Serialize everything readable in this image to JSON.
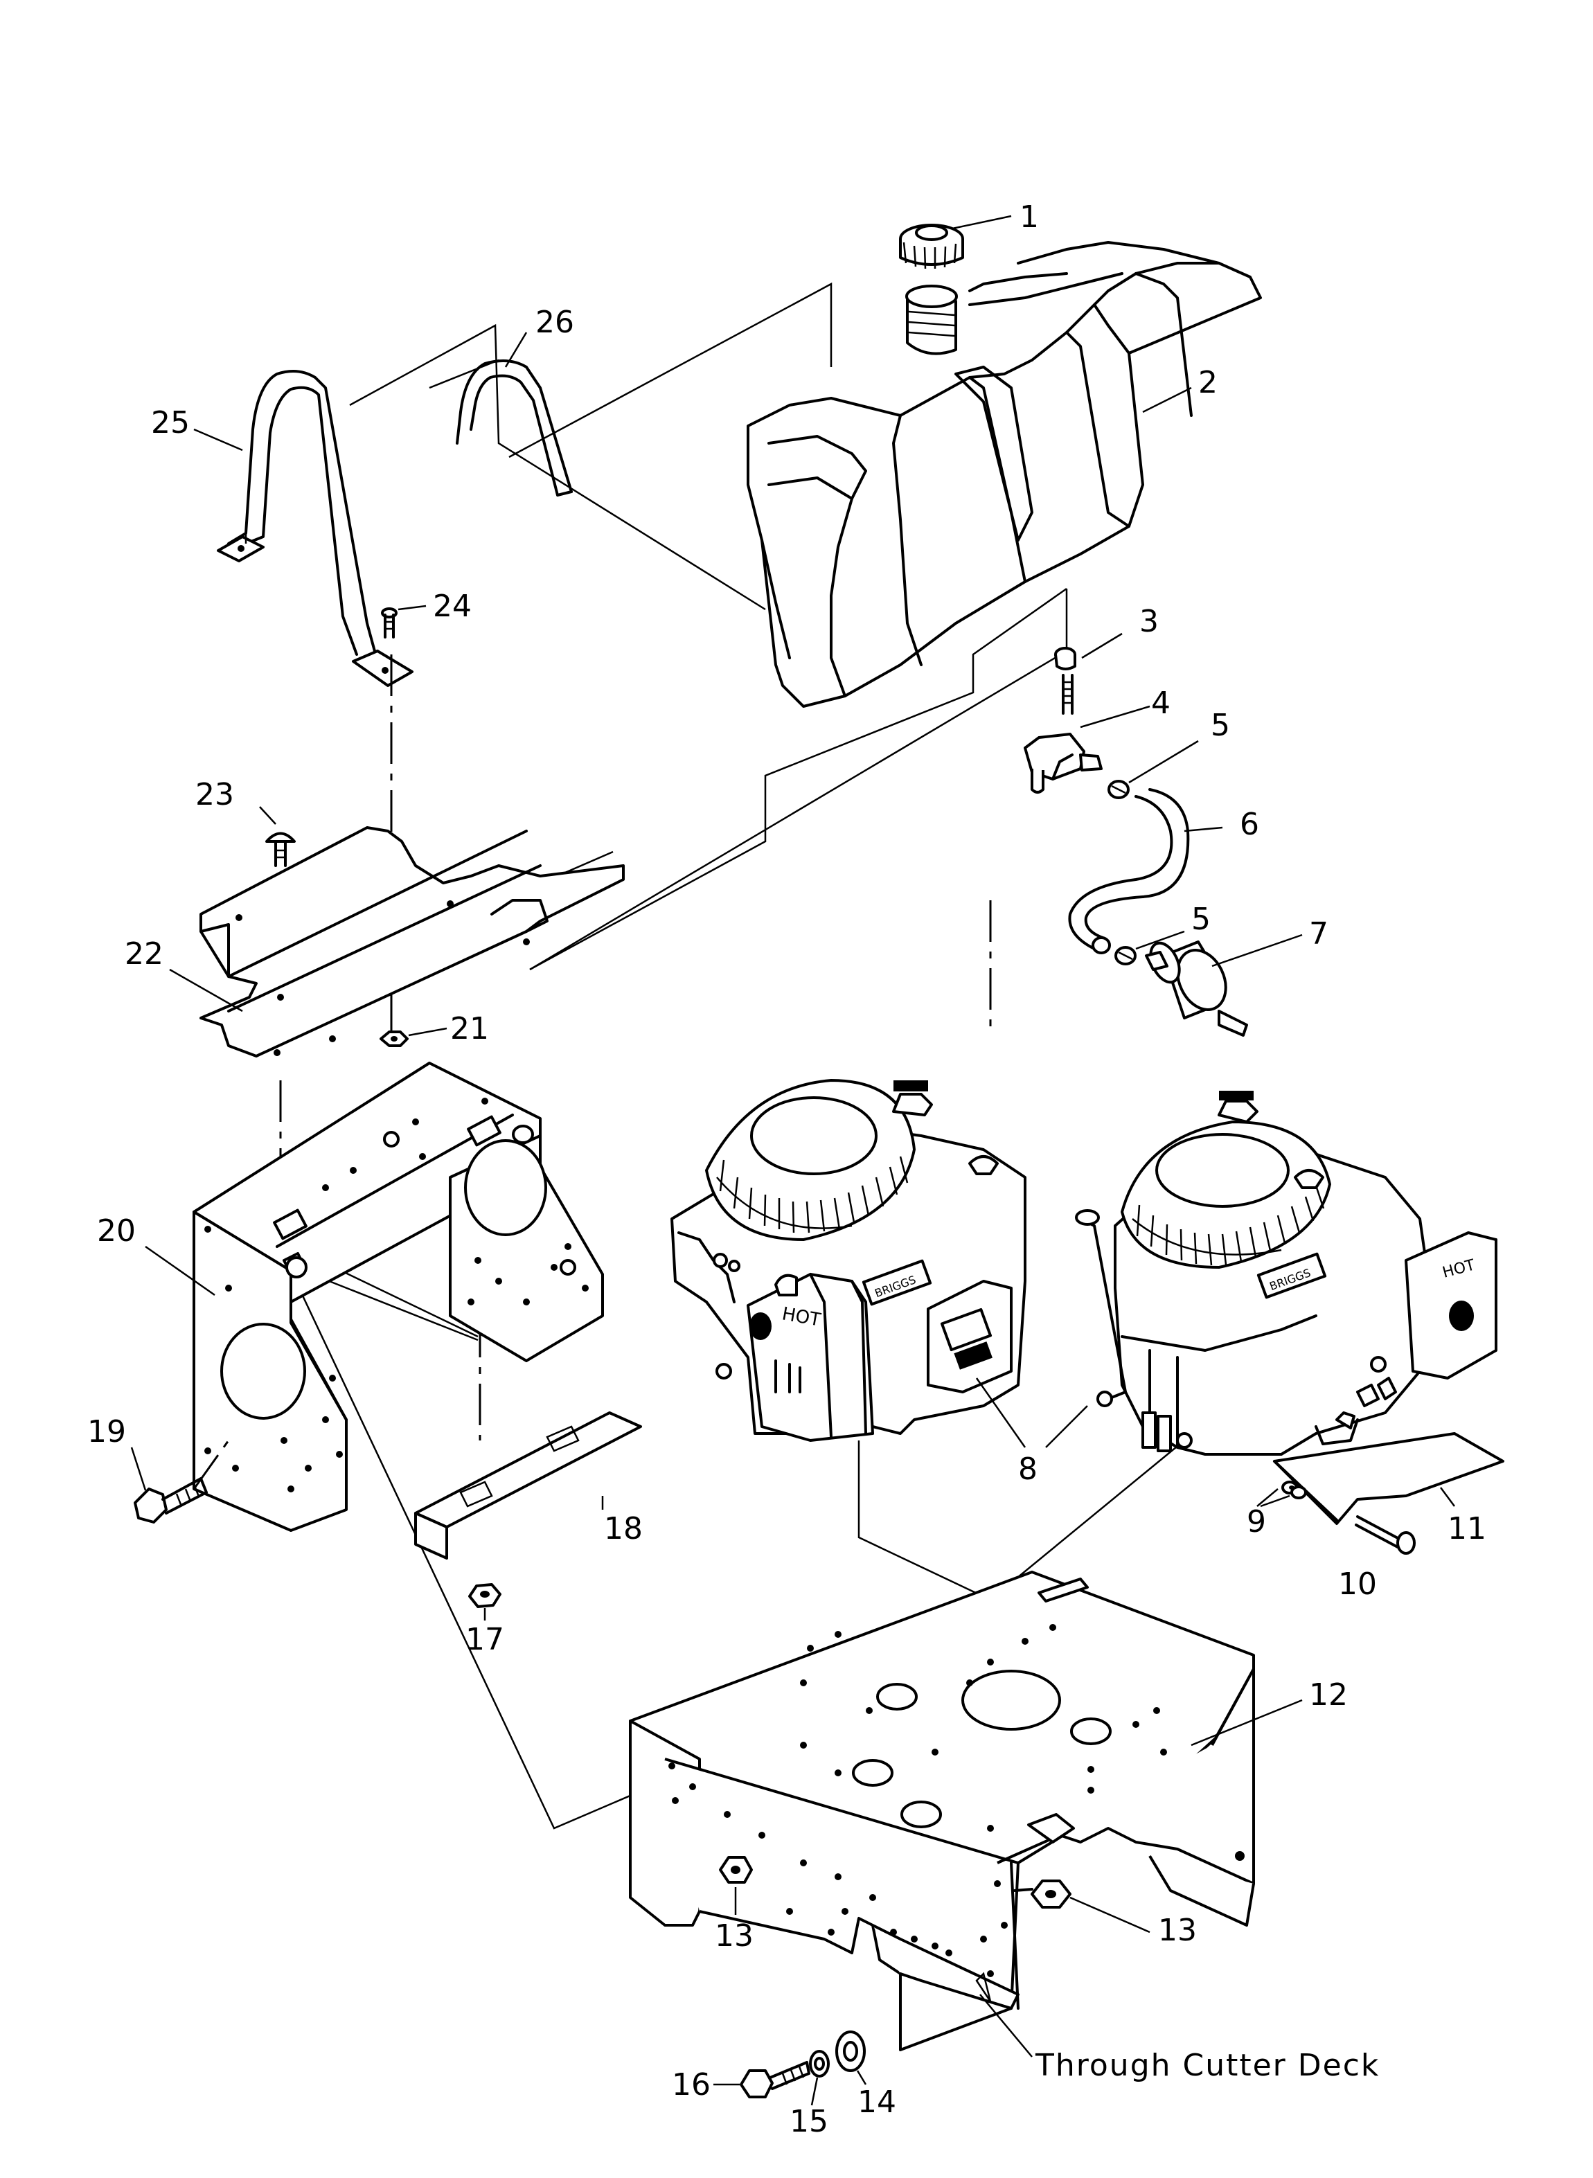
{
  "diagram": {
    "callouts": [
      "1",
      "2",
      "3",
      "4",
      "5",
      "6",
      "5",
      "7",
      "8",
      "9",
      "10",
      "11",
      "12",
      "13",
      "13",
      "14",
      "15",
      "16",
      "17",
      "18",
      "19",
      "20",
      "21",
      "22",
      "23",
      "24",
      "25",
      "26"
    ],
    "note": "Through Cutter Deck",
    "engine_decal": "HOT",
    "engine_brand": "BRIGGS"
  }
}
